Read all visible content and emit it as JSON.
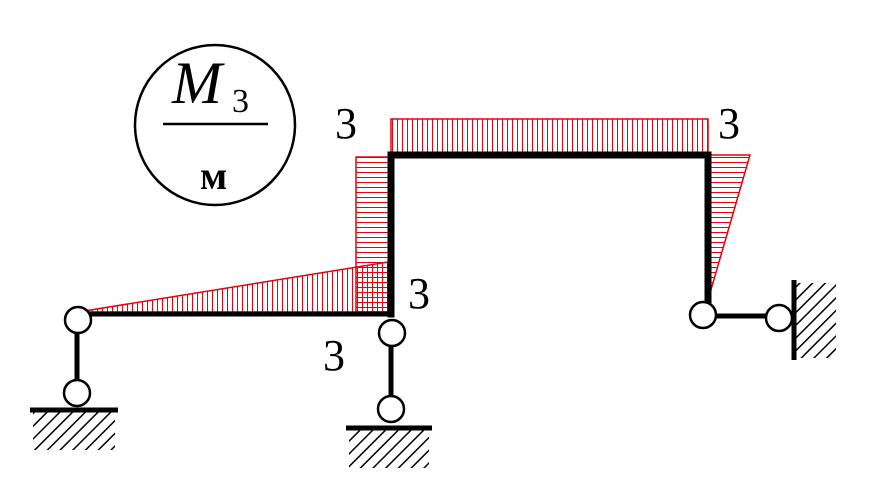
{
  "legend": {
    "symbol": "M",
    "subscript": "3",
    "unit": "м"
  },
  "moment_labels": {
    "left_corner_top": "3",
    "right_corner_top": "3",
    "left_corner_right": "3",
    "left_corner_bottom": "3"
  },
  "colors": {
    "frame": "#000000",
    "diagram": "#e8000b",
    "background": "#ffffff"
  }
}
